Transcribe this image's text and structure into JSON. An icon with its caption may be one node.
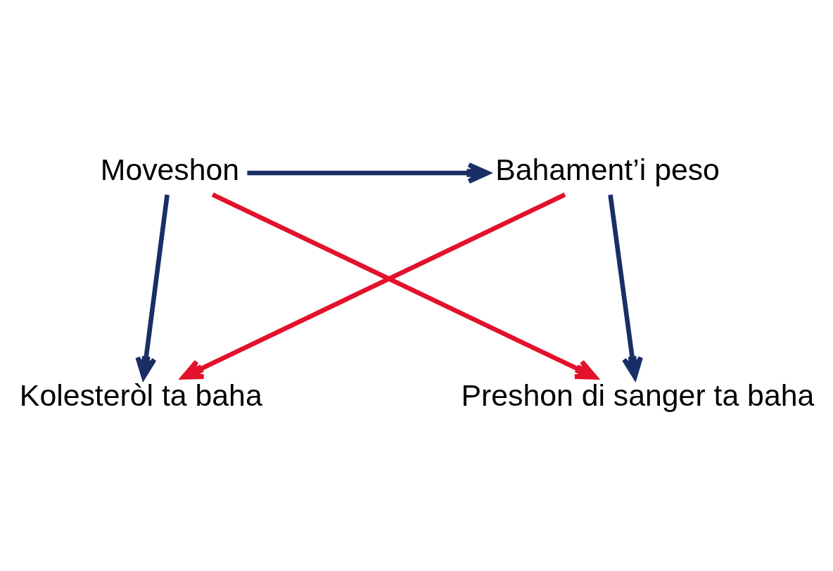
{
  "diagram": {
    "nodes": [
      {
        "text": [
          "Moveshon"
        ]
      },
      {
        "text": [
          "Bahament’i peso"
        ]
      },
      {
        "text": [
          "Kolesteròl ta baha"
        ]
      },
      {
        "text": [
          "Preshon di sanger ta baha"
        ]
      }
    ],
    "edges": [
      {
        "from": 0,
        "to": 1,
        "arrow": "to"
      },
      {
        "from": 0,
        "to": 2,
        "arrow": "to"
      },
      {
        "from": 0,
        "to": 3,
        "arrow": "to",
        "color": "#e3112b"
      },
      {
        "from": 1,
        "to": 2,
        "arrow": "to",
        "color": "#e3112b"
      },
      {
        "from": 1,
        "to": 3,
        "arrow": "to"
      }
    ]
  }
}
